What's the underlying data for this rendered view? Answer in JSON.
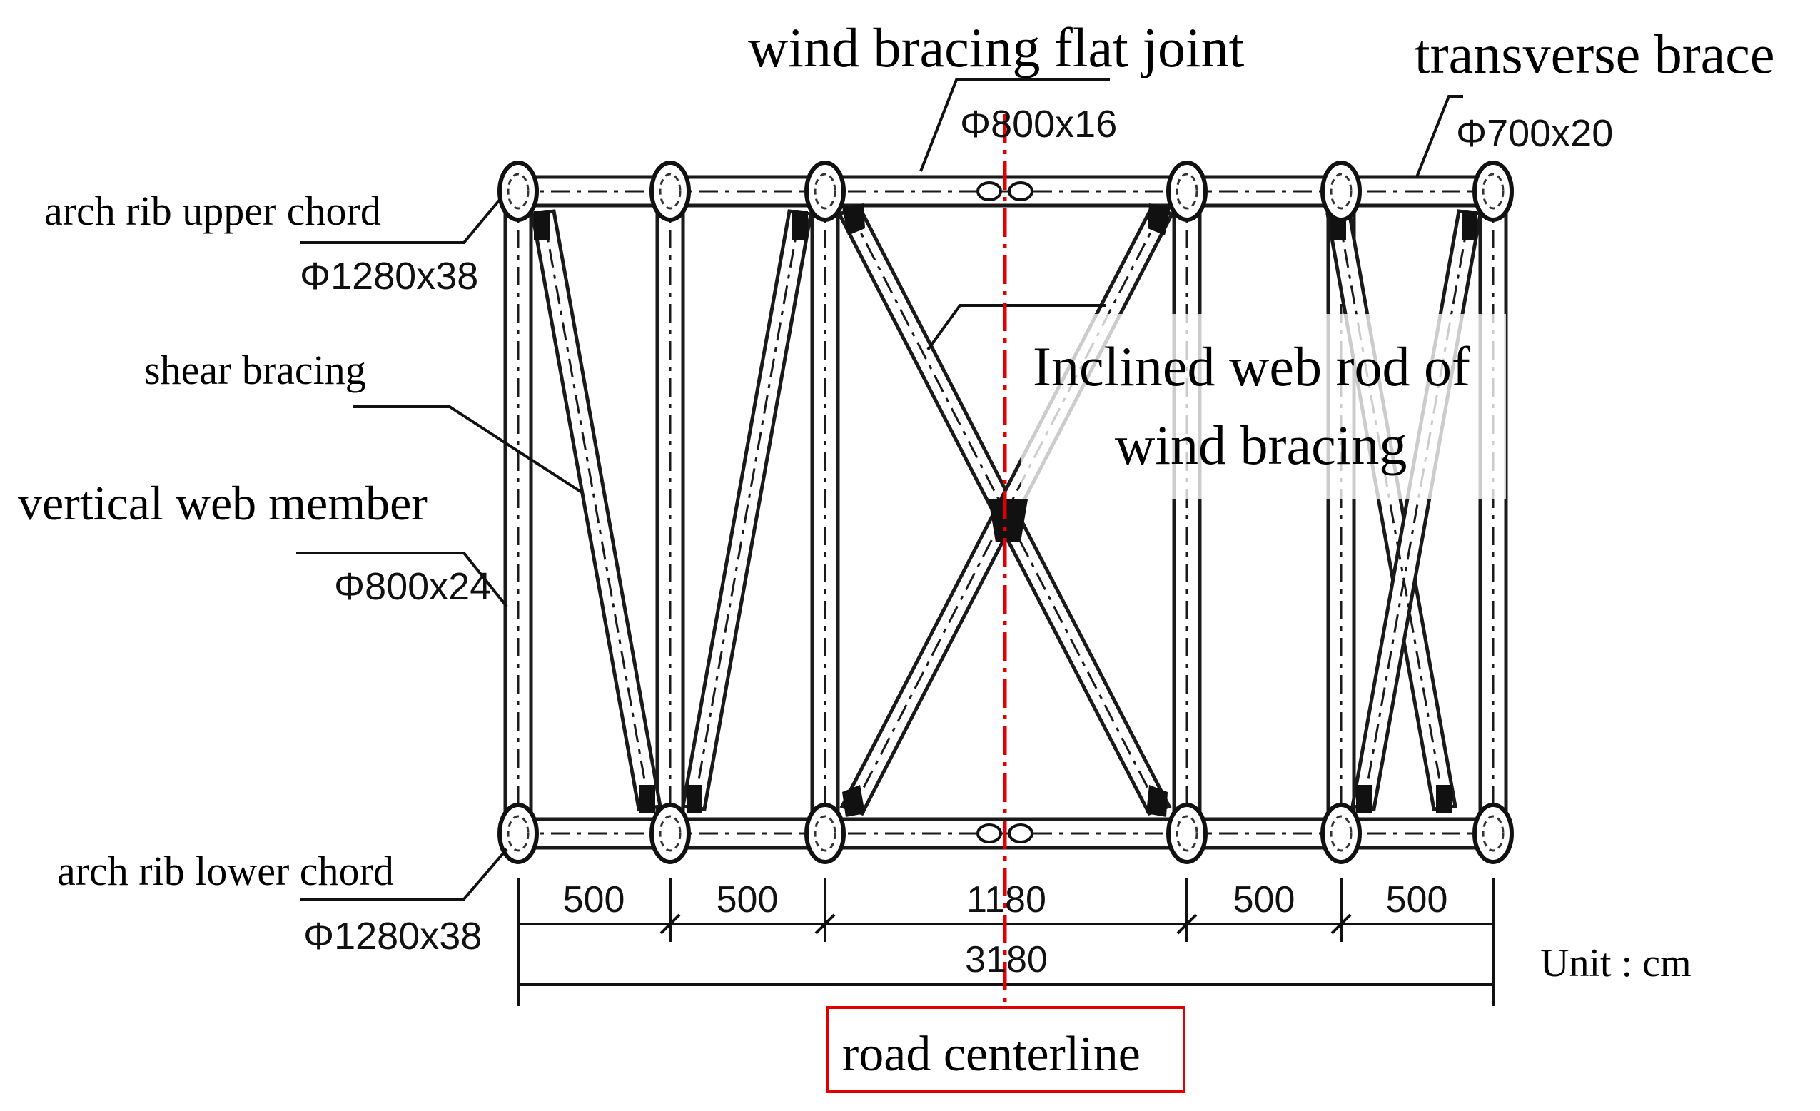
{
  "labels": {
    "wind_bracing_flat_joint": "wind bracing flat joint",
    "transverse_brace": "transverse brace",
    "arch_rib_upper_chord": "arch rib upper  chord",
    "shear_bracing": "shear bracing",
    "vertical_web_member": "vertical web member",
    "arch_rib_lower_chord": "arch rib lower chord",
    "inclined_web_rod_line1": "Inclined web rod of",
    "inclined_web_rod_line2": "wind bracing",
    "road_centerline": "road centerline",
    "unit": "Unit : cm"
  },
  "specs": {
    "wind_bracing": "Φ800x16",
    "transverse_brace": "Φ700x20",
    "upper_chord": "Φ1280x38",
    "vertical_web": "Φ800x24",
    "lower_chord": "Φ1280x38"
  },
  "dimensions": {
    "segments": [
      "500",
      "500",
      "1180",
      "500",
      "500"
    ],
    "total": "3180"
  },
  "colors": {
    "centerline": "#e00000",
    "ink": "#111111"
  }
}
